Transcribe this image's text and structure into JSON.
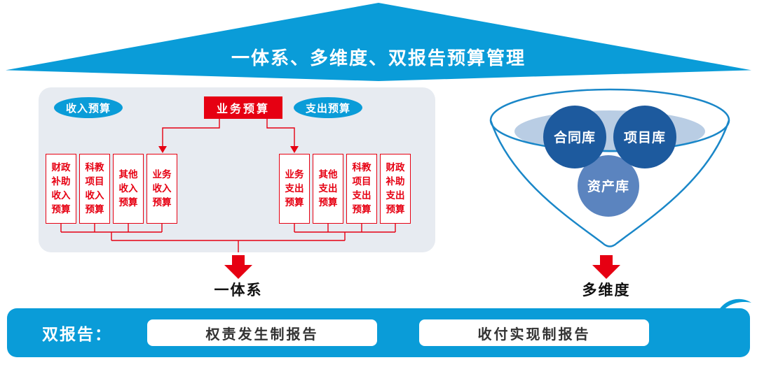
{
  "colors": {
    "primary_blue": "#0a9cd8",
    "funnel_blue": "#1a87c8",
    "red": "#e60012",
    "panel_gray": "#e7ebf1",
    "dark_blue": "#1d5a9e",
    "mid_blue": "#5b84bf",
    "light_blue": "#b9cde4"
  },
  "roof": {
    "title": "一体系、多维度、双报告预算管理"
  },
  "left_panel": {
    "income_badge": "收入预算",
    "business_badge": "业务预算",
    "expense_badge": "支出预算",
    "income_boxes": [
      "财政\n补助\n收入\n预算",
      "科教\n项目\n收入\n预算",
      "其他\n收入\n预算",
      "业务\n收入\n预算"
    ],
    "expense_boxes": [
      "业务\n支出\n预算",
      "其他\n支出\n预算",
      "科教\n项目\n支出\n预算",
      "财政\n补助\n支出\n预算"
    ],
    "caption": "一体系"
  },
  "funnel": {
    "circle_contract": "合同库",
    "circle_project": "项目库",
    "circle_asset": "资产库",
    "caption": "多维度"
  },
  "bottom_bar": {
    "label": "双报告：",
    "report_accrual": "权责发生制报告",
    "report_cash": "收付实现制报告"
  }
}
